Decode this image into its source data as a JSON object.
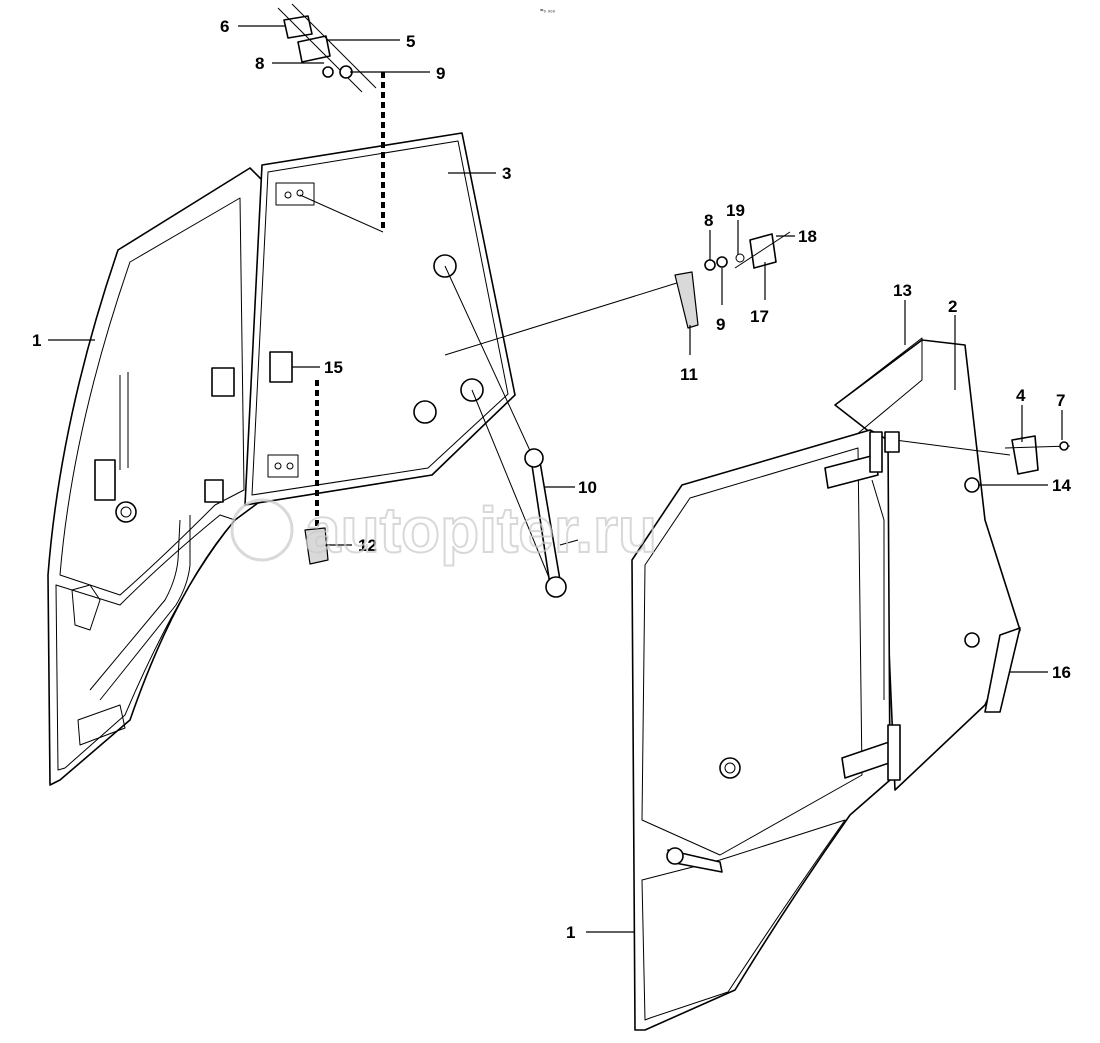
{
  "top_mark": "=₀ ₀₀₀",
  "watermark": "autopiter.ru",
  "colors": {
    "line": "#000000",
    "background": "#ffffff",
    "watermark": "#cccccc",
    "glass": "#d9d9d9"
  },
  "callouts": [
    {
      "id": "c1a",
      "text": "1"
    },
    {
      "id": "c1b",
      "text": "1"
    },
    {
      "id": "c2",
      "text": "2"
    },
    {
      "id": "c3",
      "text": "3"
    },
    {
      "id": "c4",
      "text": "4"
    },
    {
      "id": "c5",
      "text": "5"
    },
    {
      "id": "c6",
      "text": "6"
    },
    {
      "id": "c7",
      "text": "7"
    },
    {
      "id": "c8a",
      "text": "8"
    },
    {
      "id": "c8b",
      "text": "8"
    },
    {
      "id": "c9a",
      "text": "9"
    },
    {
      "id": "c9b",
      "text": "9"
    },
    {
      "id": "c10",
      "text": "10"
    },
    {
      "id": "c11",
      "text": "11"
    },
    {
      "id": "c12",
      "text": "12"
    },
    {
      "id": "c13",
      "text": "13"
    },
    {
      "id": "c14",
      "text": "14"
    },
    {
      "id": "c15",
      "text": "15"
    },
    {
      "id": "c16",
      "text": "16"
    },
    {
      "id": "c17",
      "text": "17"
    },
    {
      "id": "c18",
      "text": "18"
    },
    {
      "id": "c19",
      "text": "19"
    }
  ]
}
